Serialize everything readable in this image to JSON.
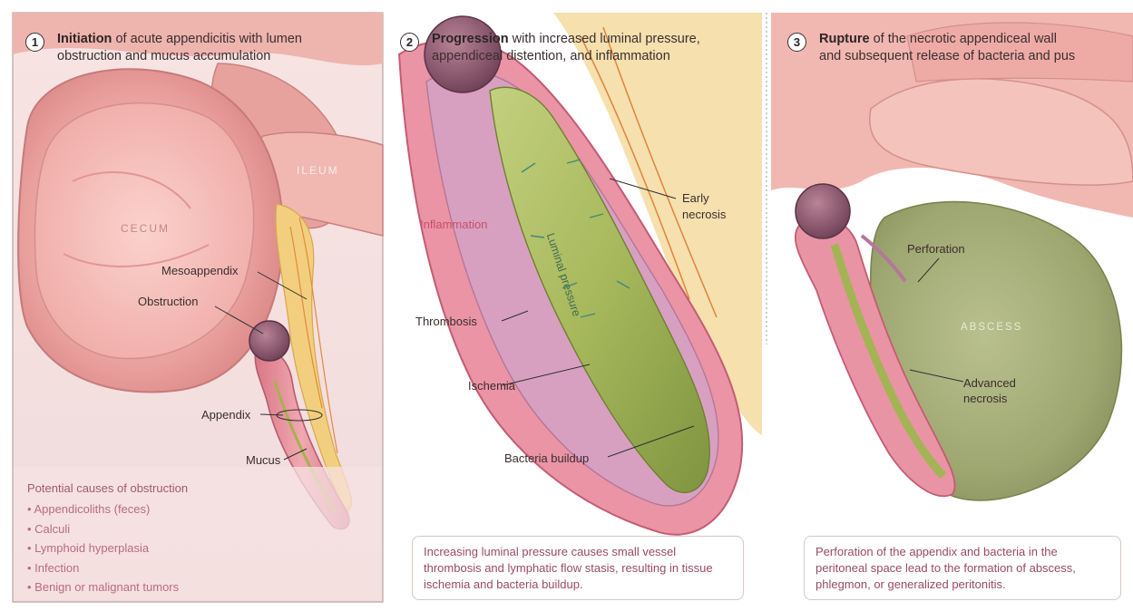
{
  "panels": [
    {
      "number": "1",
      "heading_bold": "Initiation",
      "heading_line1_rest": " of acute appendicitis with lumen",
      "heading_line2": "obstruction and mucus accumulation"
    },
    {
      "number": "2",
      "heading_bold": "Progression",
      "heading_line1_rest": " with increased luminal pressure,",
      "heading_line2": "appendiceal distention, and inflammation"
    },
    {
      "number": "3",
      "heading_bold": "Rupture",
      "heading_line1_rest": " of the necrotic appendiceal wall",
      "heading_line2": "and subsequent release of bacteria and pus"
    }
  ],
  "labels": {
    "cecum": "CECUM",
    "ileum": "ILEUM",
    "mesoappendix": "Mesoappendix",
    "obstruction": "Obstruction",
    "appendix": "Appendix",
    "mucus": "Mucus",
    "inflammation": "Inflammation",
    "luminal_pressure": "Luminal pressure",
    "early_necrosis_1": "Early",
    "early_necrosis_2": "necrosis",
    "thrombosis": "Thrombosis",
    "ischemia": "Ischemia",
    "bacteria_buildup": "Bacteria buildup",
    "perforation": "Perforation",
    "abscess": "ABSCESS",
    "advanced_necrosis_1": "Advanced",
    "advanced_necrosis_2": "necrosis"
  },
  "causes": {
    "title": "Potential causes of obstruction",
    "items": [
      "• Appendicoliths (feces)",
      "• Calculi",
      "• Lymphoid hyperplasia",
      "• Infection",
      "• Benign or malignant tumors"
    ]
  },
  "captions": {
    "panel2": "Increasing luminal pressure causes small vessel thrombosis and lymphatic flow stasis, resulting in tissue ischemia and bacteria buildup.",
    "panel3": "Perforation of the appendix and bacteria in the peritoneal space lead to the formation of abscess, phlegmon, or generalized peritonitis."
  },
  "colors": {
    "tissue_pink": "#e9a3a3",
    "lumen_green": "#a7b85c",
    "label_rose": "#b86b80",
    "caption_text": "#9a4a63"
  }
}
